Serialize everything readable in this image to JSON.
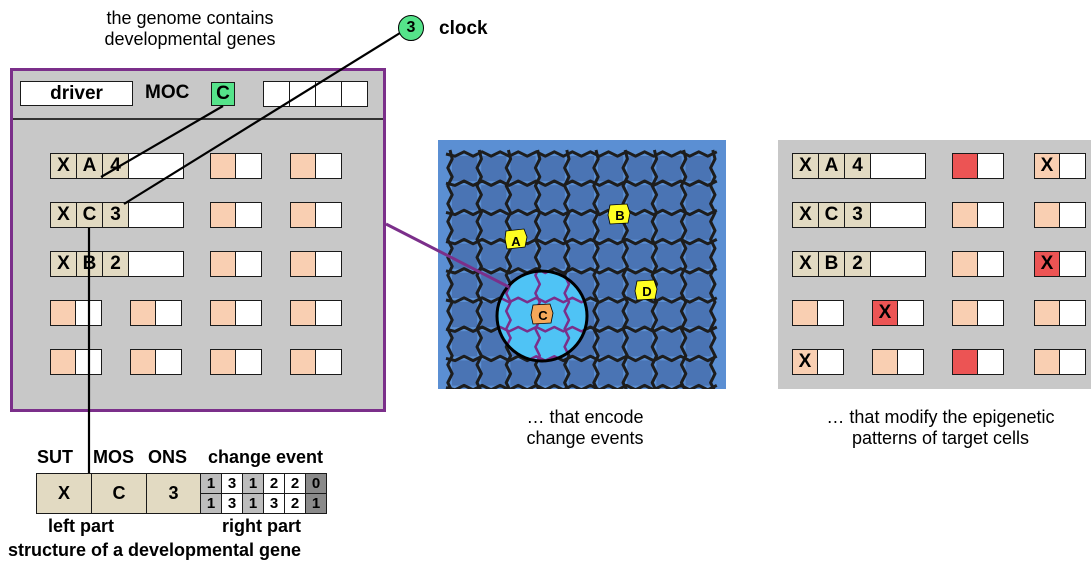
{
  "top_annotation": {
    "line1": "the genome contains",
    "line2": "developmental genes"
  },
  "clock": {
    "number": "3",
    "label": "clock"
  },
  "genome_box": {
    "driver_label": "driver",
    "moc_label": "MOC",
    "moc_value": "C",
    "genes": [
      {
        "cells": [
          "X",
          "A",
          "4"
        ]
      },
      {
        "cells": [
          "X",
          "C",
          "3"
        ]
      },
      {
        "cells": [
          "X",
          "B",
          "2"
        ]
      }
    ]
  },
  "gene_structure": {
    "headers": [
      "SUT",
      "MOS",
      "ONS",
      "change event"
    ],
    "left_cells": [
      "X",
      "C",
      "3"
    ],
    "change_event_rows": [
      [
        "1",
        "3",
        "1",
        "2",
        "2",
        "0"
      ],
      [
        "1",
        "3",
        "1",
        "3",
        "2",
        "1"
      ]
    ],
    "left_caption": "left part",
    "right_caption": "right part",
    "bottom_caption": "structure of a developmental gene"
  },
  "tissue": {
    "markers": [
      "A",
      "B",
      "C",
      "D"
    ],
    "caption_line1": "… that encode",
    "caption_line2": "change events"
  },
  "epigenetic": {
    "genes": [
      {
        "cells": [
          "X",
          "A",
          "4"
        ]
      },
      {
        "cells": [
          "X",
          "C",
          "3"
        ]
      },
      {
        "cells": [
          "X",
          "B",
          "2"
        ]
      }
    ],
    "x_mark": "X",
    "caption_line1": "… that modify the epigenetic",
    "caption_line2": "patterns of target cells"
  },
  "colors": {
    "genome_border": "#7b2f8a",
    "panel_gray": "#c8c8c8",
    "tissue_blue": "#5b8fd3",
    "cell_blue": "#4a74b4",
    "highlight_cyan": "#4fc3f5",
    "marker_yellow": "#ffff22",
    "clock_green": "#55e38a",
    "peach": "#f9cfb2",
    "red": "#ec5454",
    "tan": "#e2dac2"
  }
}
